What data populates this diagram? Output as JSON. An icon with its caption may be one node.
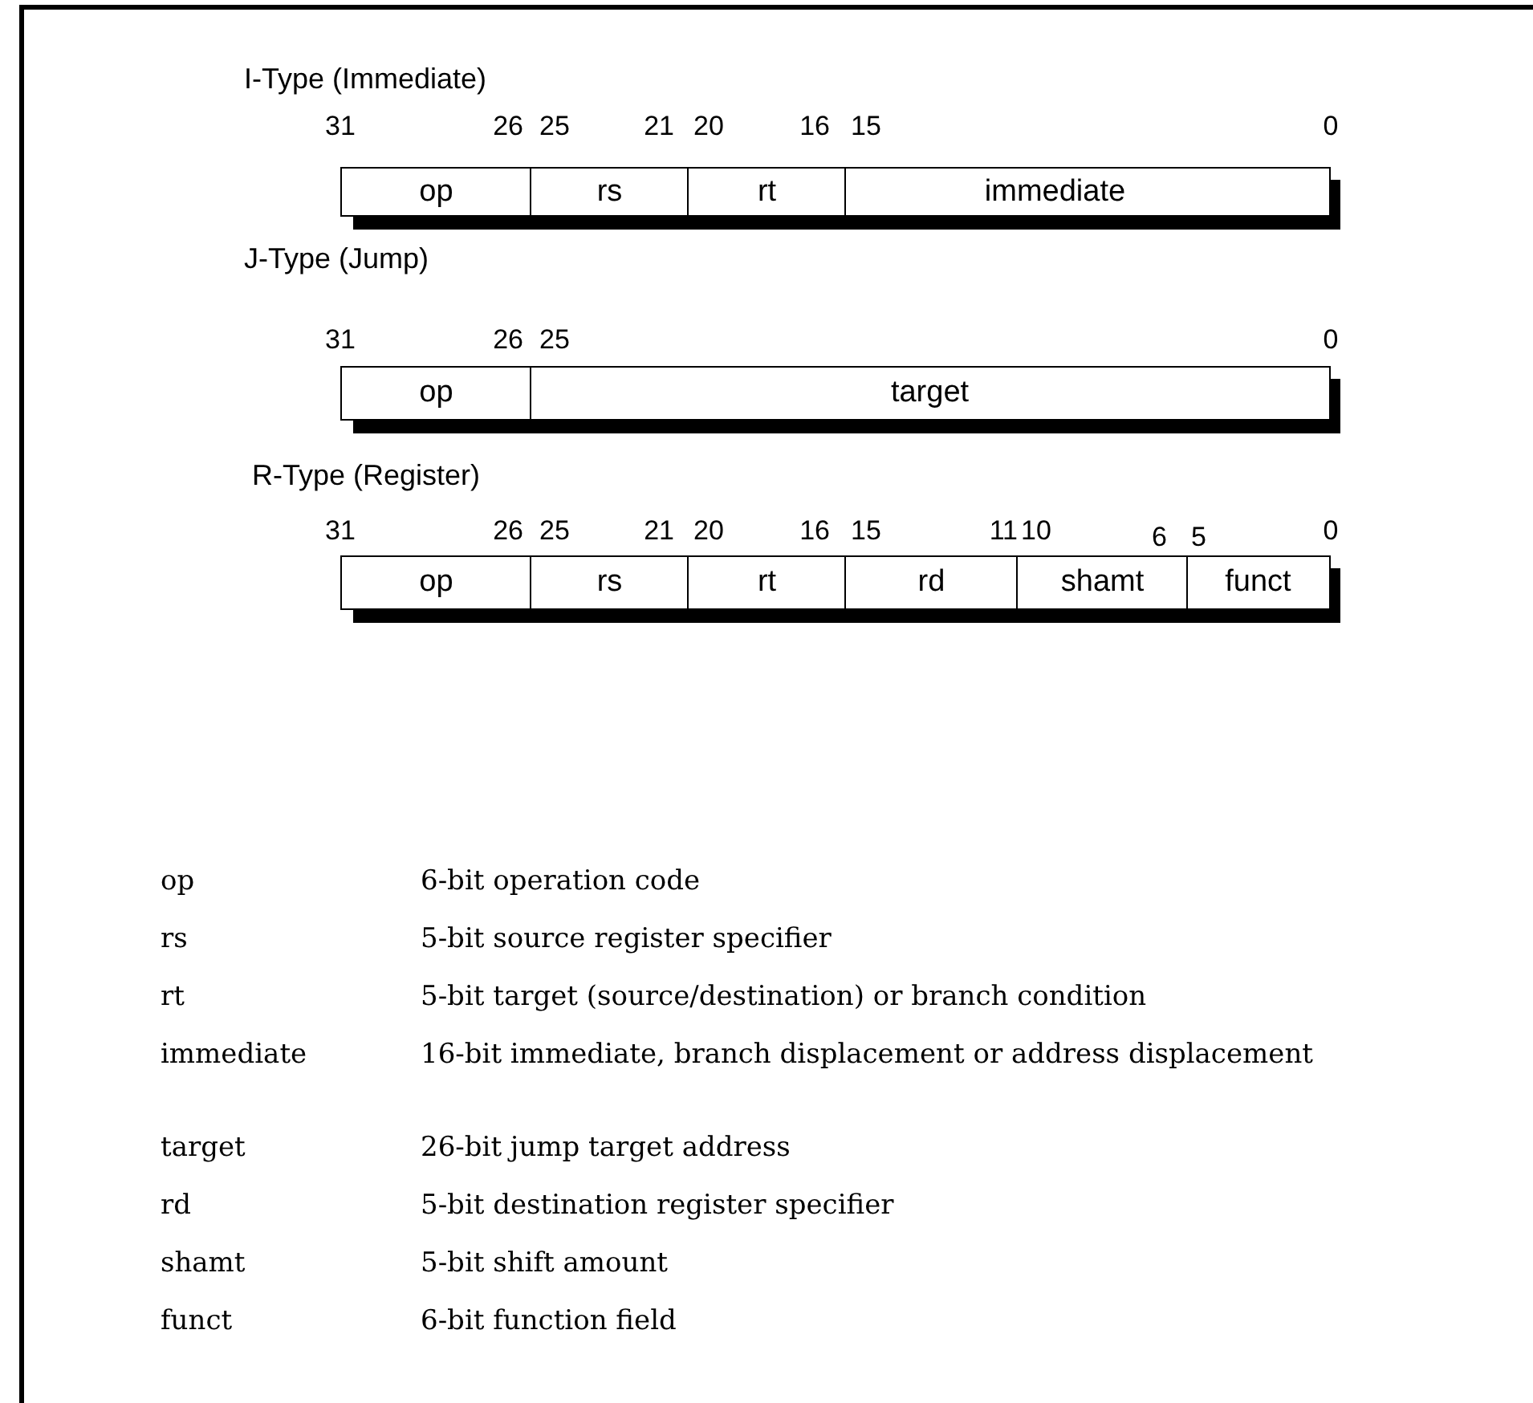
{
  "diagram": {
    "nodes": [
      {
        "text": [
          "op"
        ]
      },
      {
        "text": [
          "rs"
        ]
      },
      {
        "text": [
          "rt"
        ]
      },
      {
        "text": [
          "immediate"
        ]
      },
      {
        "text": [
          "op"
        ]
      },
      {
        "text": [
          "target"
        ]
      },
      {
        "text": [
          "op"
        ]
      },
      {
        "text": [
          "rs"
        ]
      },
      {
        "text": [
          "rt"
        ]
      },
      {
        "text": [
          "rd"
        ]
      },
      {
        "text": [
          "shamt"
        ]
      },
      {
        "text": [
          "funct"
        ]
      }
    ],
    "edges": [],
    "labels": [
      "I-Type (Immediate)",
      "31",
      "26",
      "25",
      "21",
      "20",
      "16",
      "15",
      "0",
      "J-Type (Jump)",
      "31",
      "26",
      "25",
      "0",
      "R-Type (Register)",
      "31",
      "26",
      "25",
      "21",
      "20",
      "16",
      "15",
      "11",
      "10",
      "6",
      "5",
      "0",
      "op",
      "6-bit operation code",
      "rs",
      "5-bit source register specifier",
      "rt",
      "5-bit target (source/destination) or branch condition",
      "immediate",
      "16-bit immediate, branch displacement or address displacement",
      "target",
      "26-bit jump target address",
      "rd",
      "5-bit destination register specifier",
      "shamt",
      "5-bit shift amount",
      "funct",
      "6-bit function field"
    ]
  }
}
